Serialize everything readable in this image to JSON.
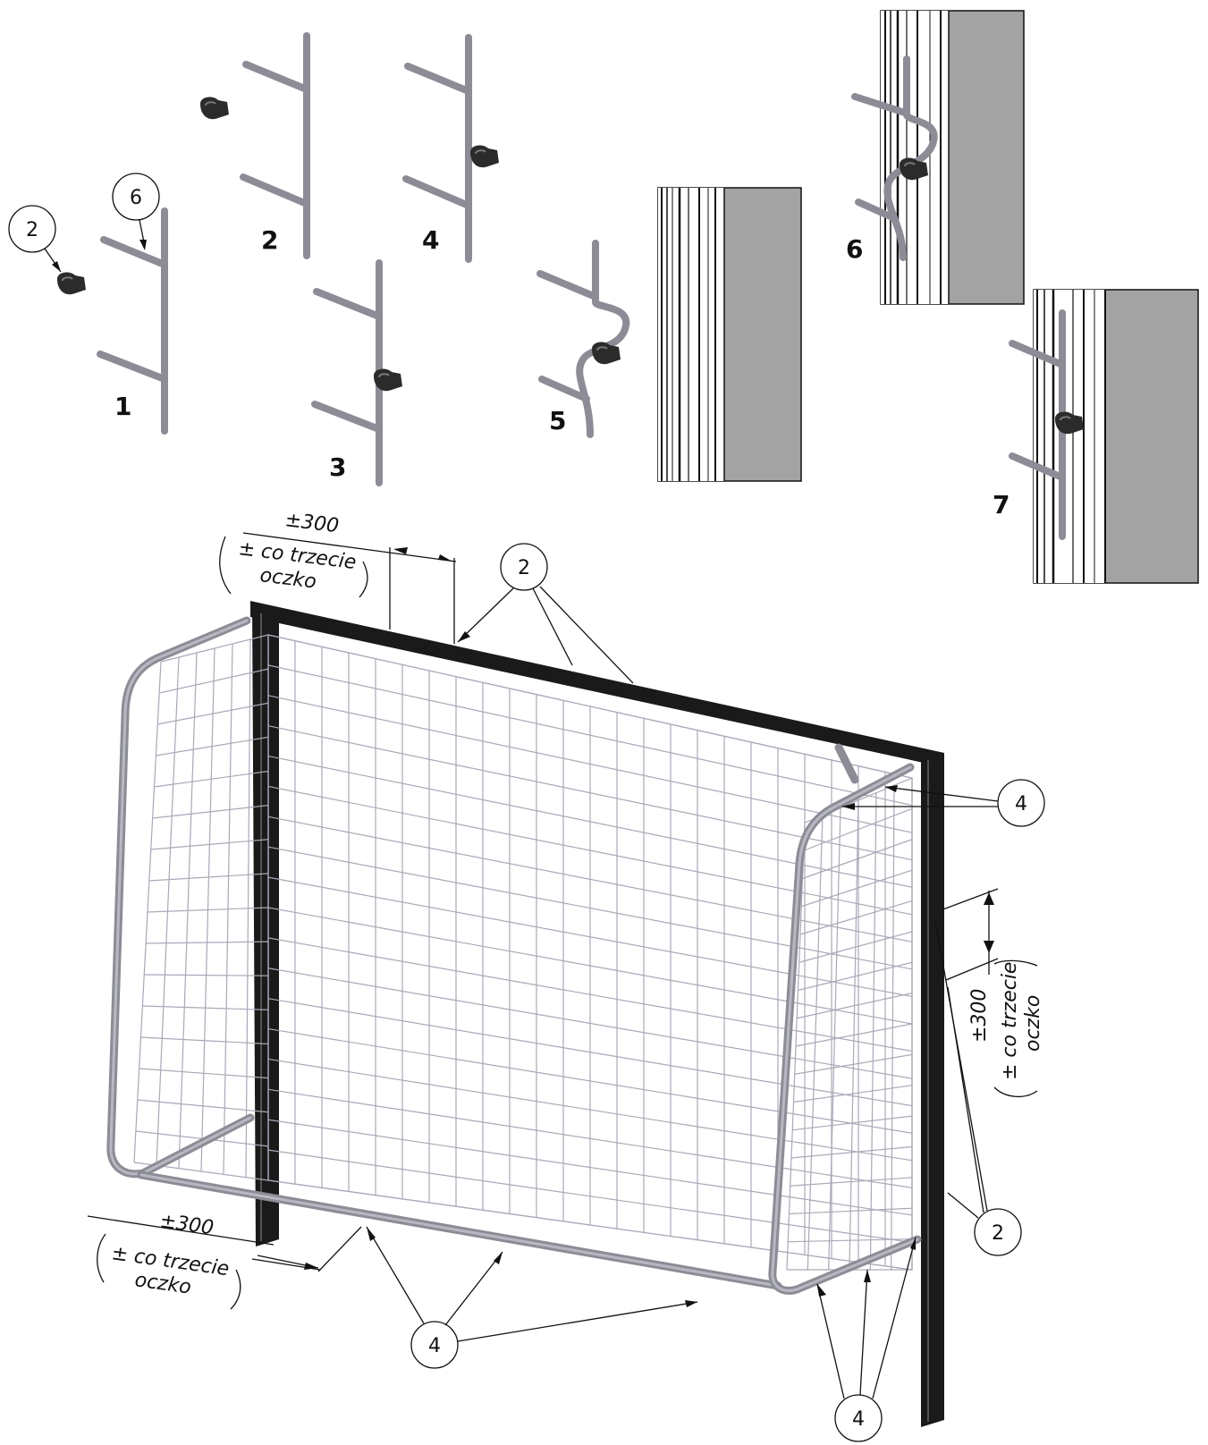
{
  "steps": {
    "s1": "1",
    "s2": "2",
    "s3": "3",
    "s4": "4",
    "s5": "5",
    "s6": "6",
    "s7": "7"
  },
  "callouts": {
    "clip_top": "2",
    "hook_top": "6",
    "top_bar": "2",
    "right_upper": "4",
    "right_lower": "2",
    "bottom_left": "4",
    "bottom_right": "4"
  },
  "dimensions": {
    "top": {
      "value": "±300",
      "note_line1": "± co trzecie",
      "note_line2": "oczko"
    },
    "right": {
      "value": "±300",
      "note_line1": "± co trzecie",
      "note_line2": "oczko"
    },
    "bottom": {
      "value": "±300",
      "note_line1": "± co trzecie",
      "note_line2": "oczko"
    }
  },
  "colors": {
    "pipe": "#8c8c96",
    "clip": "#2b2b2b",
    "panel": "#a3a3a3",
    "post": "#1a1a1a",
    "net": "#a9a9b8"
  }
}
